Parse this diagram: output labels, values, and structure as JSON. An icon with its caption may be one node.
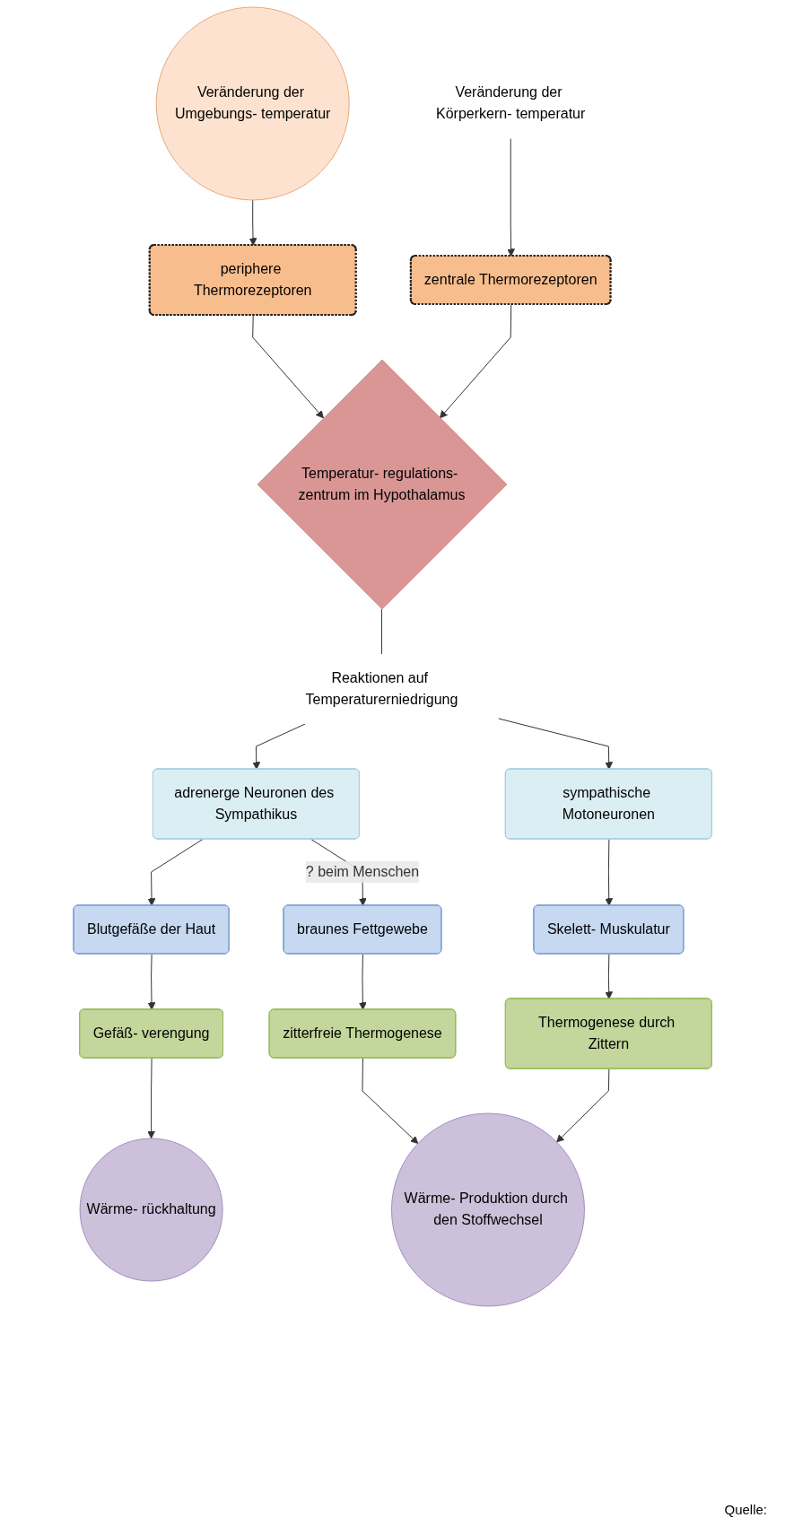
{
  "diagram": {
    "nodes": [
      {
        "text": [
          "Veränderung der Umgebungs- temperatur"
        ]
      },
      {
        "text": [
          "Veränderung der Körperkern- temperatur"
        ]
      },
      {
        "text": [
          "periphere Thermorezeptoren"
        ]
      },
      {
        "text": [
          "zentrale Thermorezeptoren"
        ]
      },
      {
        "text": [
          "Temperatur- regulations- zentrum im Hypothalamus"
        ]
      },
      {
        "text": [
          "Reaktionen auf Temperaturerniedrigung"
        ]
      },
      {
        "text": [
          "adrenerge Neuronen des Sympathikus"
        ]
      },
      {
        "text": [
          "sympathische Motoneuronen"
        ]
      },
      {
        "text": [
          "Blutgefäße der Haut"
        ]
      },
      {
        "text": [
          "braunes Fettgewebe"
        ]
      },
      {
        "text": [
          "Skelett- Muskulatur"
        ]
      },
      {
        "text": [
          "Gefäß- verengung"
        ]
      },
      {
        "text": [
          "zitterfreie Thermogenese"
        ]
      },
      {
        "text": [
          "Thermogenese durch Zittern"
        ]
      },
      {
        "text": [
          "Wärme- rückhaltung"
        ]
      },
      {
        "text": [
          "Wärme- Produktion durch den Stoffwechsel"
        ]
      }
    ],
    "edges": [
      {
        "from": 0,
        "to": 2,
        "arrow": "to"
      },
      {
        "from": 1,
        "to": 3,
        "arrow": "to"
      },
      {
        "from": 2,
        "to": 4,
        "arrow": "to"
      },
      {
        "from": 3,
        "to": 4,
        "arrow": "to"
      },
      {
        "from": 4,
        "to": 5,
        "arrow": "none"
      },
      {
        "from": 5,
        "to": 6,
        "arrow": "to"
      },
      {
        "from": 5,
        "to": 7,
        "arrow": "to"
      },
      {
        "from": 6,
        "to": 8,
        "arrow": "to"
      },
      {
        "from": 6,
        "to": 9,
        "arrow": "to",
        "label": "? beim Menschen"
      },
      {
        "from": 7,
        "to": 10,
        "arrow": "to"
      },
      {
        "from": 8,
        "to": 11,
        "arrow": "to"
      },
      {
        "from": 9,
        "to": 12,
        "arrow": "to"
      },
      {
        "from": 10,
        "to": 13,
        "arrow": "to"
      },
      {
        "from": 11,
        "to": 14,
        "arrow": "to"
      },
      {
        "from": 12,
        "to": 15,
        "arrow": "to"
      },
      {
        "from": 13,
        "to": 15,
        "arrow": "to"
      }
    ],
    "labels": [
      "Quelle:"
    ]
  }
}
